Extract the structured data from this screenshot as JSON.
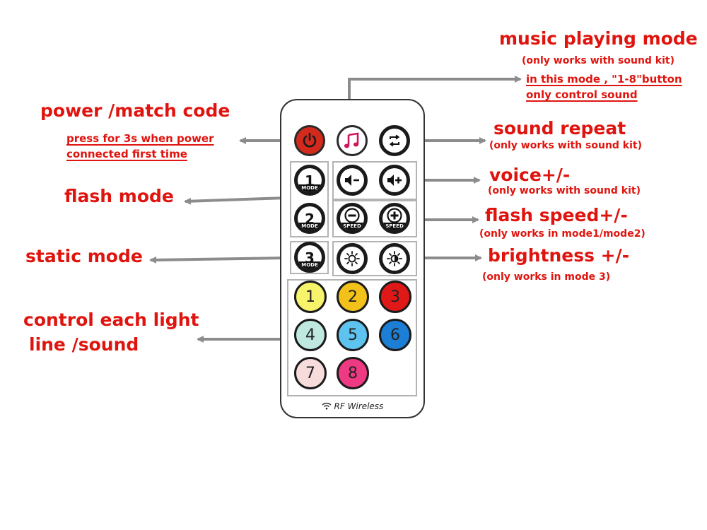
{
  "labels": {
    "music_title": "music playing mode",
    "music_sub1": "(only works with sound kit)",
    "music_sub2": "in this mode , \"1-8\"button",
    "music_sub3": "only control sound",
    "power_title": "power /match code",
    "power_sub1": "press for 3s when power",
    "power_sub2": "connected first time",
    "repeat_title": "sound repeat",
    "repeat_sub": "(only works with sound kit)",
    "voice_title": "voice+/-",
    "voice_sub": "(only works with sound kit)",
    "flash_title": "flash mode",
    "speed_title": "flash speed+/-",
    "speed_sub": "(only works in mode1/mode2)",
    "static_title": "static mode",
    "bright_title": "brightness +/-",
    "bright_sub": "(only works in mode 3)",
    "control_line1": "control each light",
    "control_line2": "line /sound"
  },
  "remote": {
    "mode_buttons": [
      {
        "number": "1",
        "caption": "MODE"
      },
      {
        "number": "2",
        "caption": "MODE"
      },
      {
        "number": "3",
        "caption": "MODE"
      }
    ],
    "speed_minus_caption": "SPEED",
    "speed_plus_caption": "SPEED",
    "number_buttons": [
      {
        "label": "1",
        "color": "#f7f36a"
      },
      {
        "label": "2",
        "color": "#f2c21a"
      },
      {
        "label": "3",
        "color": "#e01818"
      },
      {
        "label": "4",
        "color": "#bfe9e0"
      },
      {
        "label": "5",
        "color": "#5fc3ef"
      },
      {
        "label": "6",
        "color": "#1d7ed6"
      },
      {
        "label": "7",
        "color": "#f7dcdc"
      },
      {
        "label": "8",
        "color": "#ee3a82"
      }
    ],
    "footer": "RF Wireless"
  },
  "colors": {
    "label_red": "#e0140e",
    "arrow_gray": "#8c8c8c",
    "power_red": "#d42a1e"
  }
}
